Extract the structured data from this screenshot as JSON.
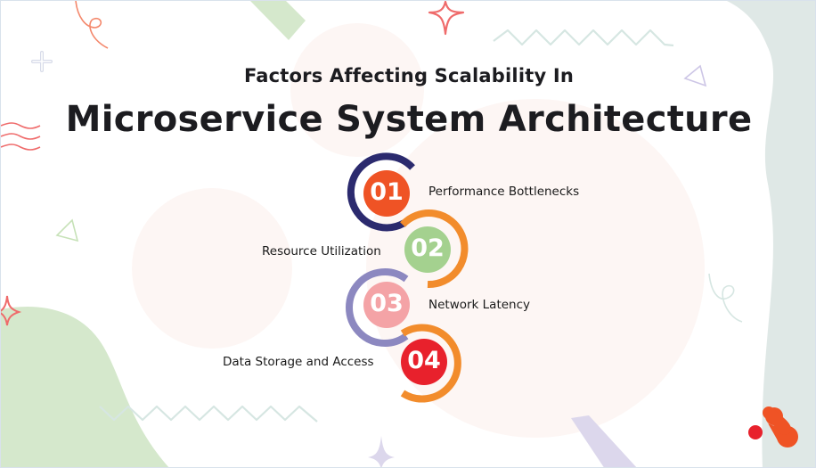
{
  "header": {
    "subtitle": "Factors Affecting Scalability In",
    "title": "Microservice System Architecture"
  },
  "steps": [
    {
      "number": "01",
      "label": "Performance Bottlenecks",
      "fill": "#ef5325",
      "ring": "#2b2a6e",
      "side": "right"
    },
    {
      "number": "02",
      "label": "Resource Utilization",
      "fill": "#a4d18f",
      "ring": "#f28c2c",
      "side": "left"
    },
    {
      "number": "03",
      "label": "Network Latency",
      "fill": "#f4a3a6",
      "ring": "#8c88c0",
      "side": "right"
    },
    {
      "number": "04",
      "label": "Data Storage and Access",
      "fill": "#e8212c",
      "ring": "#f28c2c",
      "side": "left"
    }
  ],
  "colors": {
    "text": "#1c1c20",
    "green_blob": "#d5e8cc",
    "gray_blob": "#dfe8e6",
    "peach_circle": "#fdf6f4",
    "lavender": "#dcd7ec",
    "coral": "#ef6b6b",
    "logo_orange": "#ef5325",
    "logo_red": "#e8212c"
  }
}
